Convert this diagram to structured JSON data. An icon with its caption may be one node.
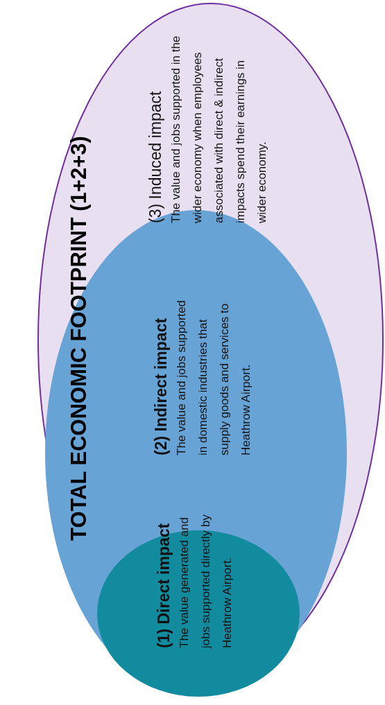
{
  "diagram": {
    "title": "TOTAL ECONOMIC FOOTPRINT (1+2+3)",
    "nodes": [
      {
        "text": [
          "(3) Induced impact",
          "The value and jobs supported in the wider economy when employees associated with direct & indirect impacts spend their earnings in wider economy."
        ]
      },
      {
        "text": [
          "(2) Indirect impact",
          "The value and jobs supported in domestic industries that supply goods and services to Heathrow Airport."
        ],
        "in": 0
      },
      {
        "text": [
          "(1) Direct impact",
          "The value generated and jobs supported directly by Heathrow Airport."
        ],
        "in": 1
      }
    ]
  }
}
